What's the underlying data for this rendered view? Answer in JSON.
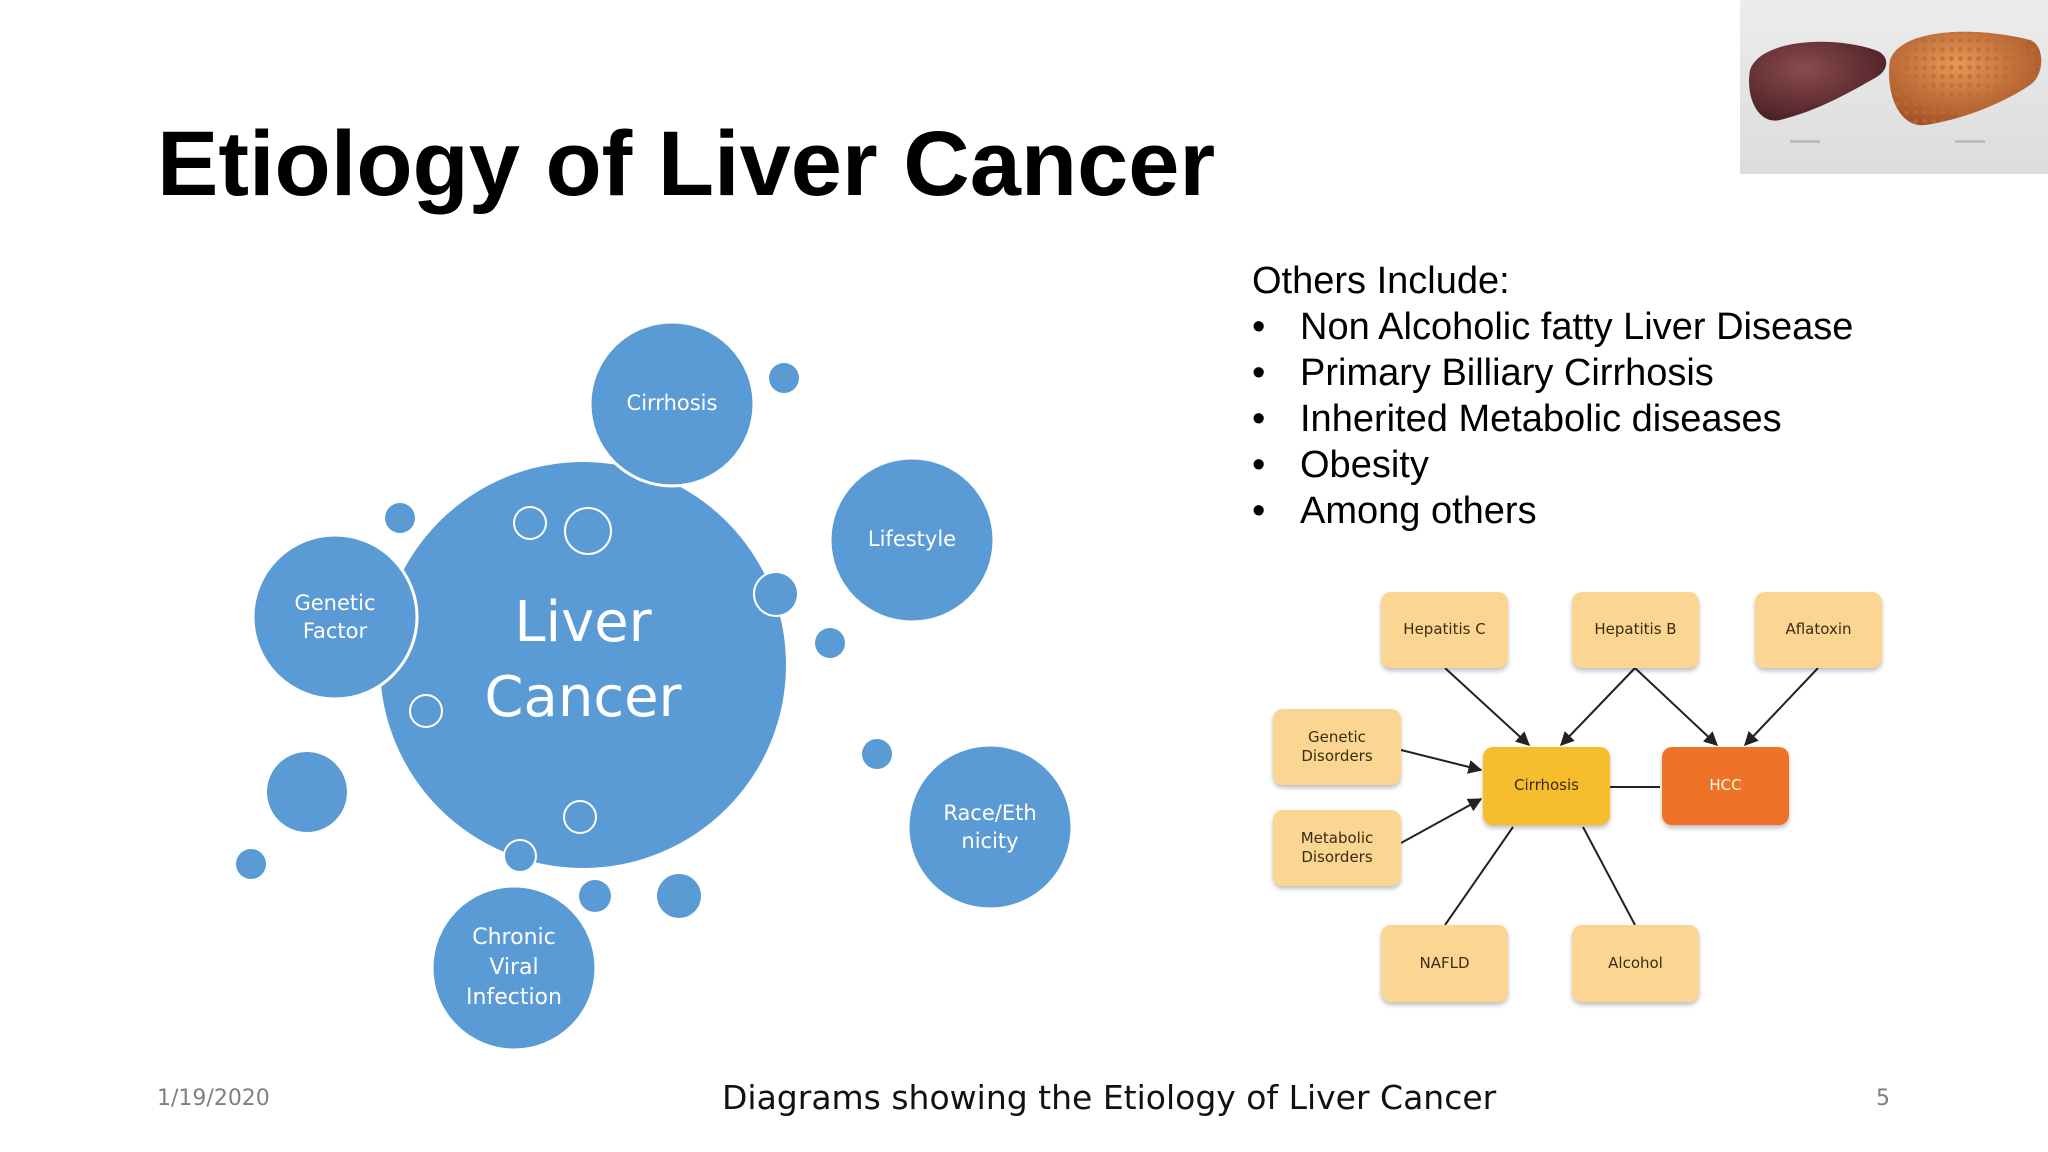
{
  "slide": {
    "title": "Etiology of Liver Cancer",
    "date": "1/19/2020",
    "page_number": "5",
    "caption": "Diagrams showing the Etiology of Liver Cancer"
  },
  "bubble_diagram": {
    "center": {
      "line1": "Liver",
      "line2": "Cancer"
    },
    "cirrhosis": "Cirrhosis",
    "lifestyle": "Lifestyle",
    "genetic": {
      "line1": "Genetic",
      "line2": "Factor"
    },
    "race": {
      "line1": "Race/Eth",
      "line2": "nicity"
    },
    "viral": {
      "line1": "Chronic",
      "line2": "Viral",
      "line3": "Infection"
    }
  },
  "others": {
    "heading": "Others Include:",
    "bullet_glyph": "•",
    "items": [
      "Non Alcoholic fatty Liver Disease",
      "Primary Billiary Cirrhosis",
      "Inherited Metabolic diseases",
      "Obesity",
      "Among others"
    ]
  },
  "flow_diagram": {
    "hepatitis_c": "Hepatitis C",
    "hepatitis_b": "Hepatitis B",
    "aflatoxin": "Aflatoxin",
    "genetic_disorders": "Genetic Disorders",
    "metabolic": {
      "line1": "Metabolic",
      "line2": "Disorders"
    },
    "cirrhosis": "Cirrhosis",
    "hcc": "HCC",
    "nafld": "NAFLD",
    "alcohol": "Alcohol"
  },
  "colors": {
    "bubble": "#5b9bd5",
    "flow_light": "#fbd692",
    "flow_cirrhosis": "#f6bd2c",
    "flow_hcc": "#ee7328"
  }
}
